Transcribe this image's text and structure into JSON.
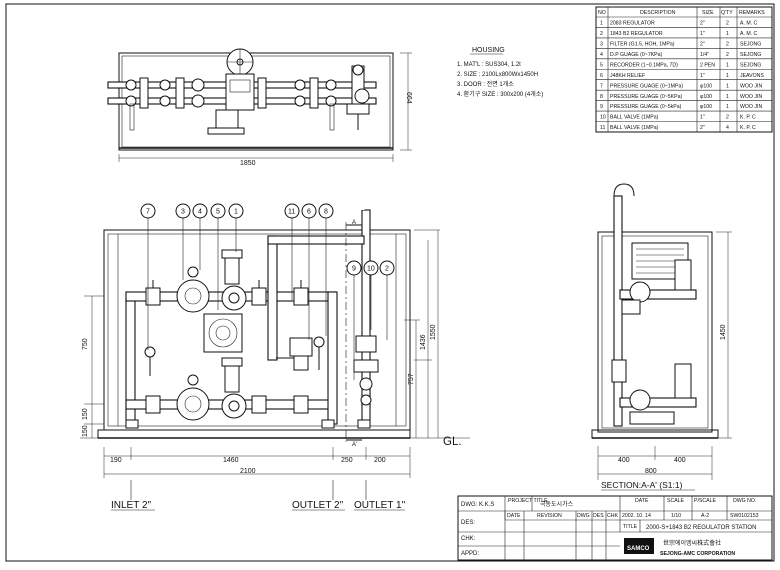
{
  "parts_table": {
    "headers": {
      "no": "NO",
      "description": "DESCRIPTION",
      "size": "SIZE",
      "qty": "Q'TY",
      "remarks": "REMARKS"
    },
    "rows": [
      {
        "no": "1",
        "description": "2083 REGULATOR",
        "size": "2\"",
        "qty": "2",
        "remarks": "A. M. C"
      },
      {
        "no": "2",
        "description": "1843 B2 REGULATOR",
        "size": "1\"",
        "qty": "1",
        "remarks": "A. M. C"
      },
      {
        "no": "3",
        "description": "FILTER (G1.5, HOH, 1MPa)",
        "size": "2\"",
        "qty": "2",
        "remarks": "SEJONG"
      },
      {
        "no": "4",
        "description": "D.P GUAGE (0~7KPa)",
        "size": "1/4\"",
        "qty": "2",
        "remarks": "SEJONG"
      },
      {
        "no": "5",
        "description": "RECORDER (1~0.1MPa, 7D)",
        "size": "2 PEN",
        "qty": "1",
        "remarks": "SEJONG"
      },
      {
        "no": "6",
        "description": "J48KH RELIEF",
        "size": "1\"",
        "qty": "1",
        "remarks": "JEAVONS"
      },
      {
        "no": "7",
        "description": "PRESSURE GUAGE (0~1MPa)",
        "size": "φ100",
        "qty": "1",
        "remarks": "WOO JIN"
      },
      {
        "no": "8",
        "description": "PRESSURE GUAGE (0~5KPa)",
        "size": "φ100",
        "qty": "1",
        "remarks": "WOO JIN"
      },
      {
        "no": "9",
        "description": "PRESSURE GUAGE (0~5kPa)",
        "size": "φ100",
        "qty": "1",
        "remarks": "WOO JIN"
      },
      {
        "no": "10",
        "description": "BALL VALVE (1MPa)",
        "size": "1\"",
        "qty": "2",
        "remarks": "K. P. C"
      },
      {
        "no": "11",
        "description": "BALL VALVE (1MPa)",
        "size": "2\"",
        "qty": "4",
        "remarks": "K. P. C"
      }
    ]
  },
  "housing": {
    "title": "HOUSING",
    "notes": [
      "1. MAT'L : SUS304, 1.2t",
      "2. SIZE : 2100Lx800Wx1450H",
      "3. DOOR : 전면 1개소",
      "4. 환기구 SIZE : 300x200 (4개소)"
    ]
  },
  "dimensions": {
    "plan_width": "1850",
    "plan_depth": "664",
    "bottom_190": "190",
    "bottom_1460": "1460",
    "bottom_250": "250",
    "bottom_200": "200",
    "overall_2100": "2100",
    "left_750": "750",
    "left_150a": "150",
    "left_150b": "150",
    "right_1436": "1436",
    "right_757": "757",
    "right_1550": "1550",
    "gl": "GL.",
    "section_1450": "1450",
    "section_400a": "400",
    "section_400b": "400",
    "section_800": "800"
  },
  "callouts": {
    "front_top": [
      "7",
      "3",
      "4",
      "5",
      "1",
      "11",
      "6",
      "8"
    ],
    "front_mid": [
      "9",
      "10",
      "2"
    ]
  },
  "section_marks": {
    "a_top": "A",
    "a_bottom": "A'"
  },
  "labels": {
    "inlet": "INLET 2\"",
    "outlet_2": "OUTLET 2\"",
    "outlet_1": "OUTLET 1\"",
    "section_title": "SECTION:A-A' (S1:1)"
  },
  "title_block": {
    "dwg_label": "DWG: K.K.S",
    "project_title_label": "PROJECT TITLE",
    "project_title": "극동도시가스",
    "date_label": "DATE",
    "date": "2002. 10. 14",
    "scale_label": "SCALE",
    "scale": "1/10",
    "pscale_label": "P/SCALE",
    "pscale": "A-2",
    "dwg_no_label": "DWG NO.",
    "dwg_no": "SW0102153",
    "des_label": "DES:",
    "chk_label": "CHK:",
    "appd_label": "APPD:",
    "rev_date": "DATE",
    "revision": "REVISION",
    "dwg_col": "DWG",
    "des_col": "DES",
    "chk_col": "CHK",
    "title_label": "TITLE",
    "title": "2000-S+1843 B2 REGULATOR STATION",
    "company_kr": "世宗에이엠씨株式會社",
    "company_en": "SEJONG-AMC CORPORATION",
    "logo": "SAMCO"
  }
}
